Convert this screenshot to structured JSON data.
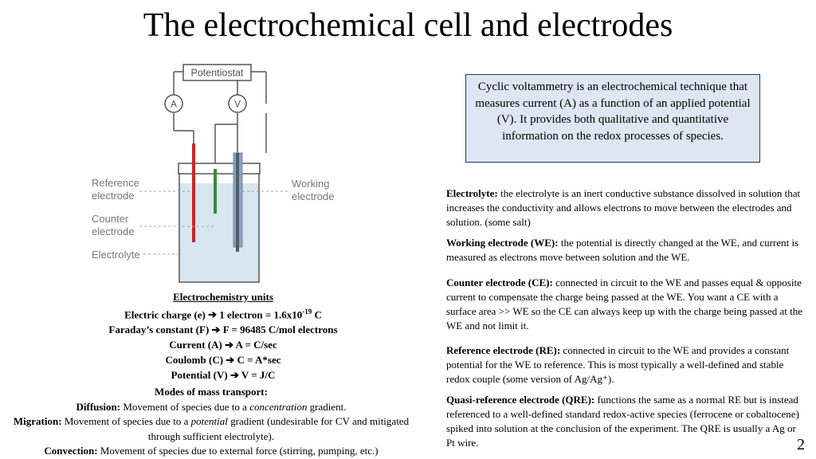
{
  "title": "The electrochemical cell and electrodes",
  "diagram": {
    "potentiostat": "Potentiostat",
    "ammeter": "A",
    "voltmeter": "V",
    "reference_label_1": "Reference",
    "reference_label_2": "electrode",
    "counter_label_1": "Counter",
    "counter_label_2": "electrode",
    "electrolyte_label": "Electrolyte",
    "working_label_1": "Working",
    "working_label_2": "electrode",
    "colors": {
      "reference": "#c62828",
      "counter": "#3a8a3a",
      "working": "#7f96b2",
      "solution": "#cfe0ee"
    }
  },
  "cv_box": "Cyclic voltammetry is an electrochemical technique that measures current (A) as a function of an applied potential (V). It provides both qualitative and quantitative information on the redox processes of species.",
  "definitions": {
    "electrolyte": {
      "term": "Electrolyte:",
      "text": " the electrolyte is an inert conductive substance dissolved in solution that increases the conductivity and allows electrons to move between the electrodes and solution. (some salt)"
    },
    "we": {
      "term": "Working electrode (WE):",
      "text": " the potential is directly changed at the WE, and current is measured as electrons move between solution and the WE."
    },
    "ce": {
      "term": "Counter electrode (CE):",
      "text": " connected in circuit to the WE and passes equal & opposite current to compensate the charge being passed at the WE. You want a CE with a surface area >> WE so the CE can always keep up with the charge being passed at the WE and not limit it."
    },
    "re": {
      "term": "Reference electrode (RE):",
      "text": " connected in circuit to the WE and provides a constant potential for the WE to reference. This is most typically a well-defined and stable redox couple (some version of Ag/Ag⁺)."
    },
    "qre": {
      "term": "Quasi-reference electrode (QRE):",
      "text": " functions the same as a normal RE but is instead referenced to a well-defined standard redox-active species (ferrocene or cobaltocene) spiked into solution at the conclusion of the experiment. The QRE is usually a Ag or Pt wire."
    }
  },
  "units": {
    "heading": "Electrochemistry units",
    "charge_a": "Electric charge (e) ",
    "charge_b": " 1 electron = 1.6x10",
    "charge_exp": "-19",
    "charge_c": " C",
    "faraday_a": "Faraday’s constant (F) ",
    "faraday_b": " F = 96485 C/mol electrons",
    "current_a": "Current (A) ",
    "current_b": " A = C/sec",
    "coulomb_a": "Coulomb (C) ",
    "coulomb_b": " C = A*sec",
    "potential_a": "Potential (V) ",
    "potential_b": " V = J/C",
    "arrow": "➔"
  },
  "mass_transport": {
    "heading": "Modes of mass transport:",
    "diffusion_term": "Diffusion:",
    "diffusion_a": " Movement of species due to a ",
    "diffusion_em": "concentration",
    "diffusion_b": " gradient.",
    "migration_term": "Migration:",
    "migration_a": " Movement of species due to a ",
    "migration_em": "potential",
    "migration_b": " gradient (undesirable for CV and mitigated through sufficient electrolyte).",
    "convection_term": "Convection:",
    "convection_a": " Movement of species due to external force (stirring, pumping, etc.)"
  },
  "page_number": "2"
}
